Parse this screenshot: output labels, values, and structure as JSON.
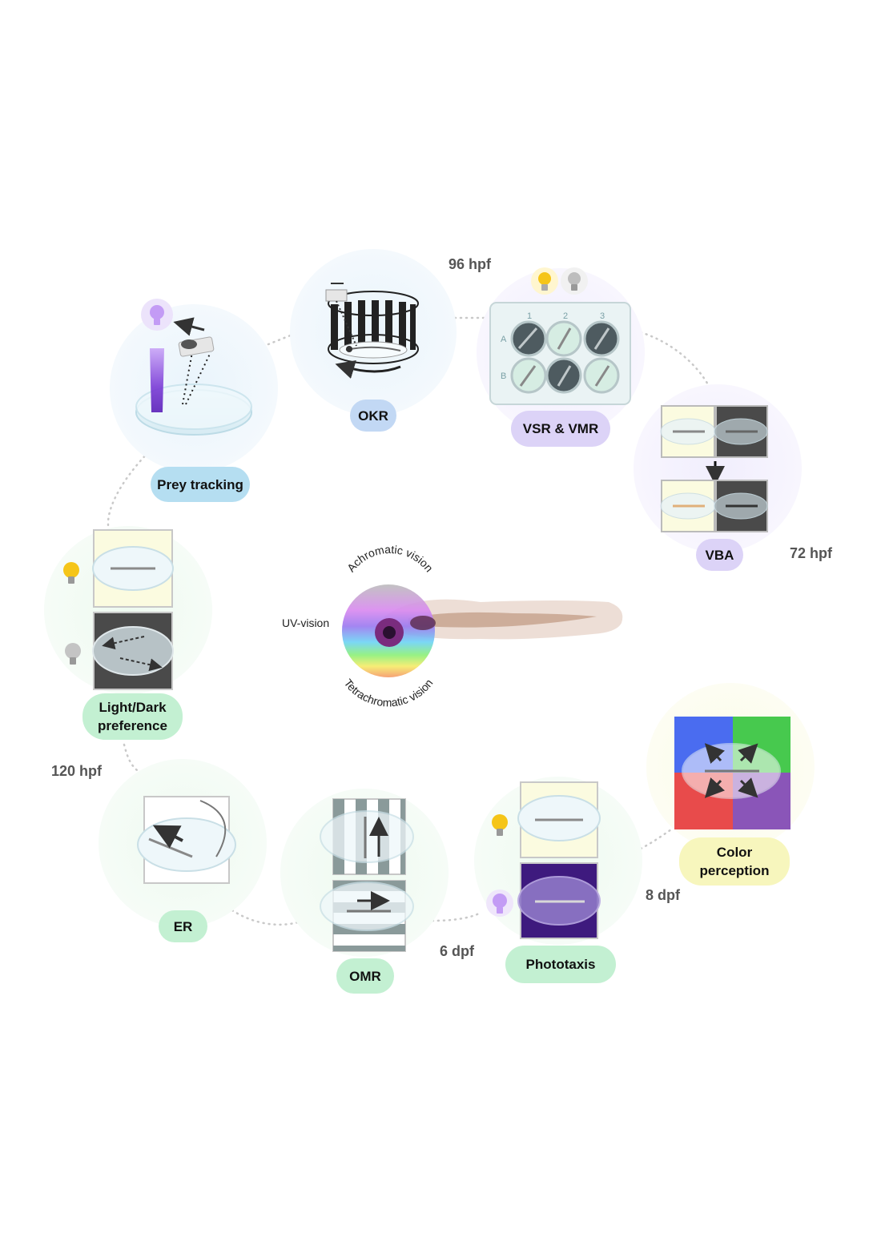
{
  "assays": {
    "prey_tracking": "Prey tracking",
    "okr": "OKR",
    "vsr_vmr": "VSR & VMR",
    "vba": "VBA",
    "light_dark": [
      "Light/Dark",
      "preference"
    ],
    "er": "ER",
    "omr": "OMR",
    "phototaxis": "Phototaxis",
    "color_perception": [
      "Color",
      "perception"
    ]
  },
  "timepoints": {
    "hpf96": "96 hpf",
    "hpf72": "72 hpf",
    "hpf120": "120 hpf",
    "dpf6": "6 dpf",
    "dpf8": "8 dpf"
  },
  "center": {
    "uv": "UV-vision",
    "achromatic": "Achromatic vision",
    "tetrachromatic": "Tetrachromatic vision"
  },
  "plate": {
    "columns": [
      "1",
      "2",
      "3"
    ],
    "rows": [
      "A",
      "B"
    ]
  },
  "colors": {
    "pill_blue": "#b5def1",
    "pill_okr": "#c2d8f4",
    "pill_purple": "#dcd3f7",
    "pill_green": "#c3f0d2",
    "pill_yellow": "#f7f6bd",
    "bulb_yellow": "#f5c518",
    "bulb_grey": "#bdbdbd",
    "bulb_purple": "#c39bf5",
    "quad_blue": "#4a6cf0",
    "quad_green": "#47c94e",
    "quad_red": "#e84b4b",
    "quad_purple": "#8a55b8"
  }
}
